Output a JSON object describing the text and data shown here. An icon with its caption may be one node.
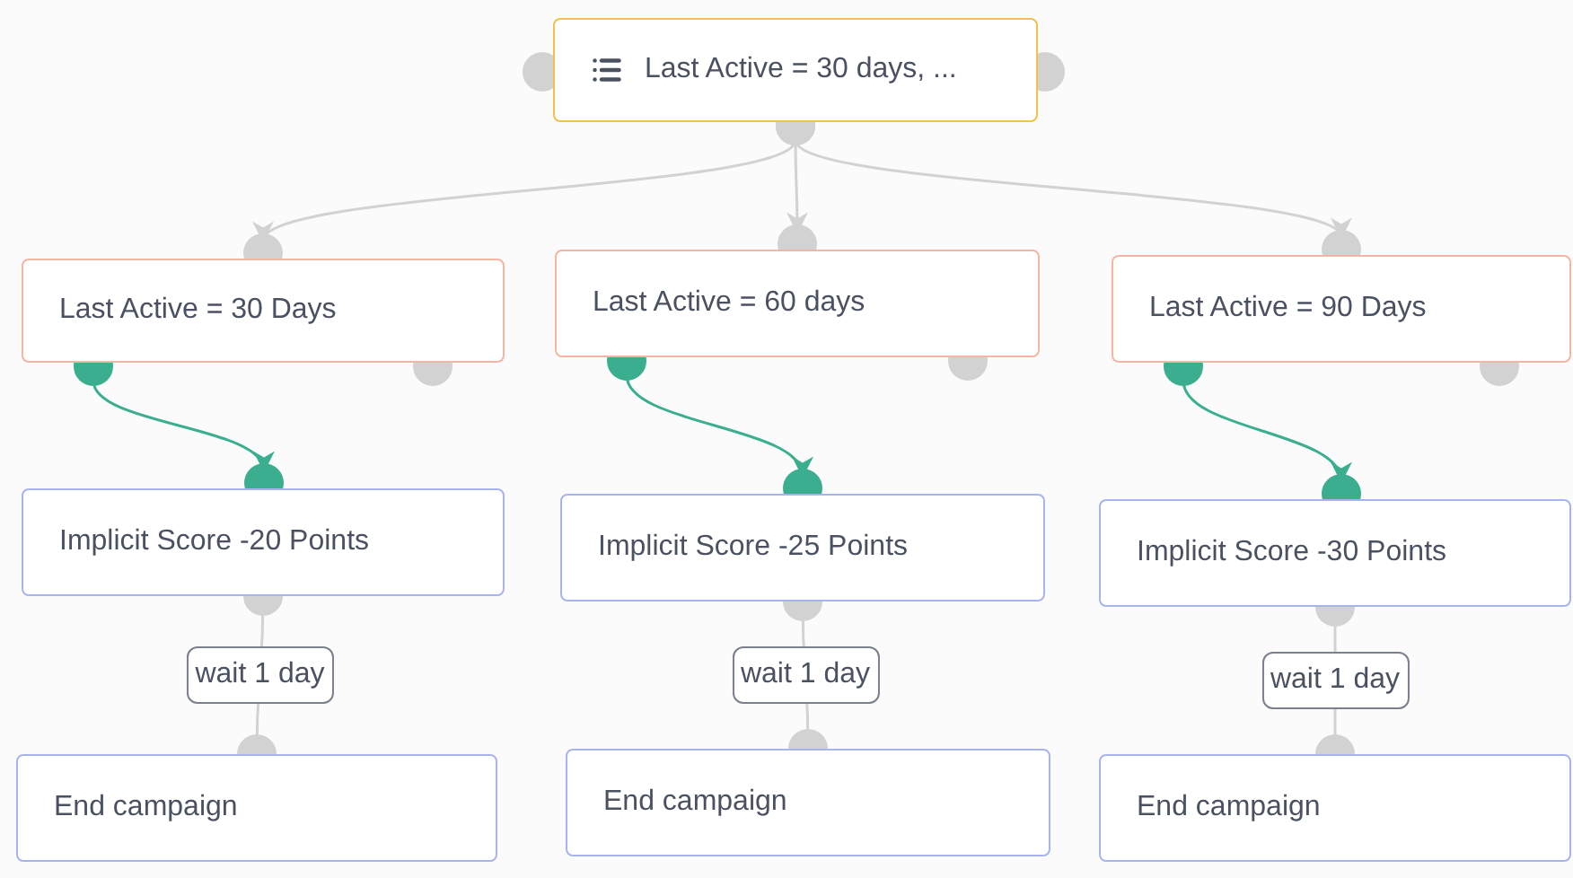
{
  "diagram": {
    "nodes": [
      {
        "text": [
          "Last Active = 30 days, ..."
        ]
      },
      {
        "text": [
          "Last Active = 30 Days"
        ]
      },
      {
        "text": [
          "Last Active = 60 days"
        ]
      },
      {
        "text": [
          "Last Active = 90 Days"
        ]
      },
      {
        "text": [
          "Implicit Score -20 Points"
        ]
      },
      {
        "text": [
          "Implicit Score -25 Points"
        ]
      },
      {
        "text": [
          "Implicit Score -30 Points"
        ]
      },
      {
        "text": [
          "End campaign"
        ]
      },
      {
        "text": [
          "End campaign"
        ]
      },
      {
        "text": [
          "End campaign"
        ]
      }
    ],
    "edges": [
      {
        "from": 0,
        "to": 1,
        "arrow": "to"
      },
      {
        "from": 0,
        "to": 2,
        "arrow": "to"
      },
      {
        "from": 0,
        "to": 3,
        "arrow": "to"
      },
      {
        "from": 1,
        "to": 4,
        "arrow": "to",
        "color": "#3aae8f"
      },
      {
        "from": 2,
        "to": 5,
        "arrow": "to",
        "color": "#3aae8f"
      },
      {
        "from": 3,
        "to": 6,
        "arrow": "to",
        "color": "#3aae8f"
      },
      {
        "from": 4,
        "to": 7,
        "arrow": "other",
        "label": "wait 1 day"
      },
      {
        "from": 5,
        "to": 8,
        "arrow": "other",
        "label": "wait 1 day"
      },
      {
        "from": 6,
        "to": 9,
        "arrow": "other",
        "label": "wait 1 day"
      }
    ]
  }
}
